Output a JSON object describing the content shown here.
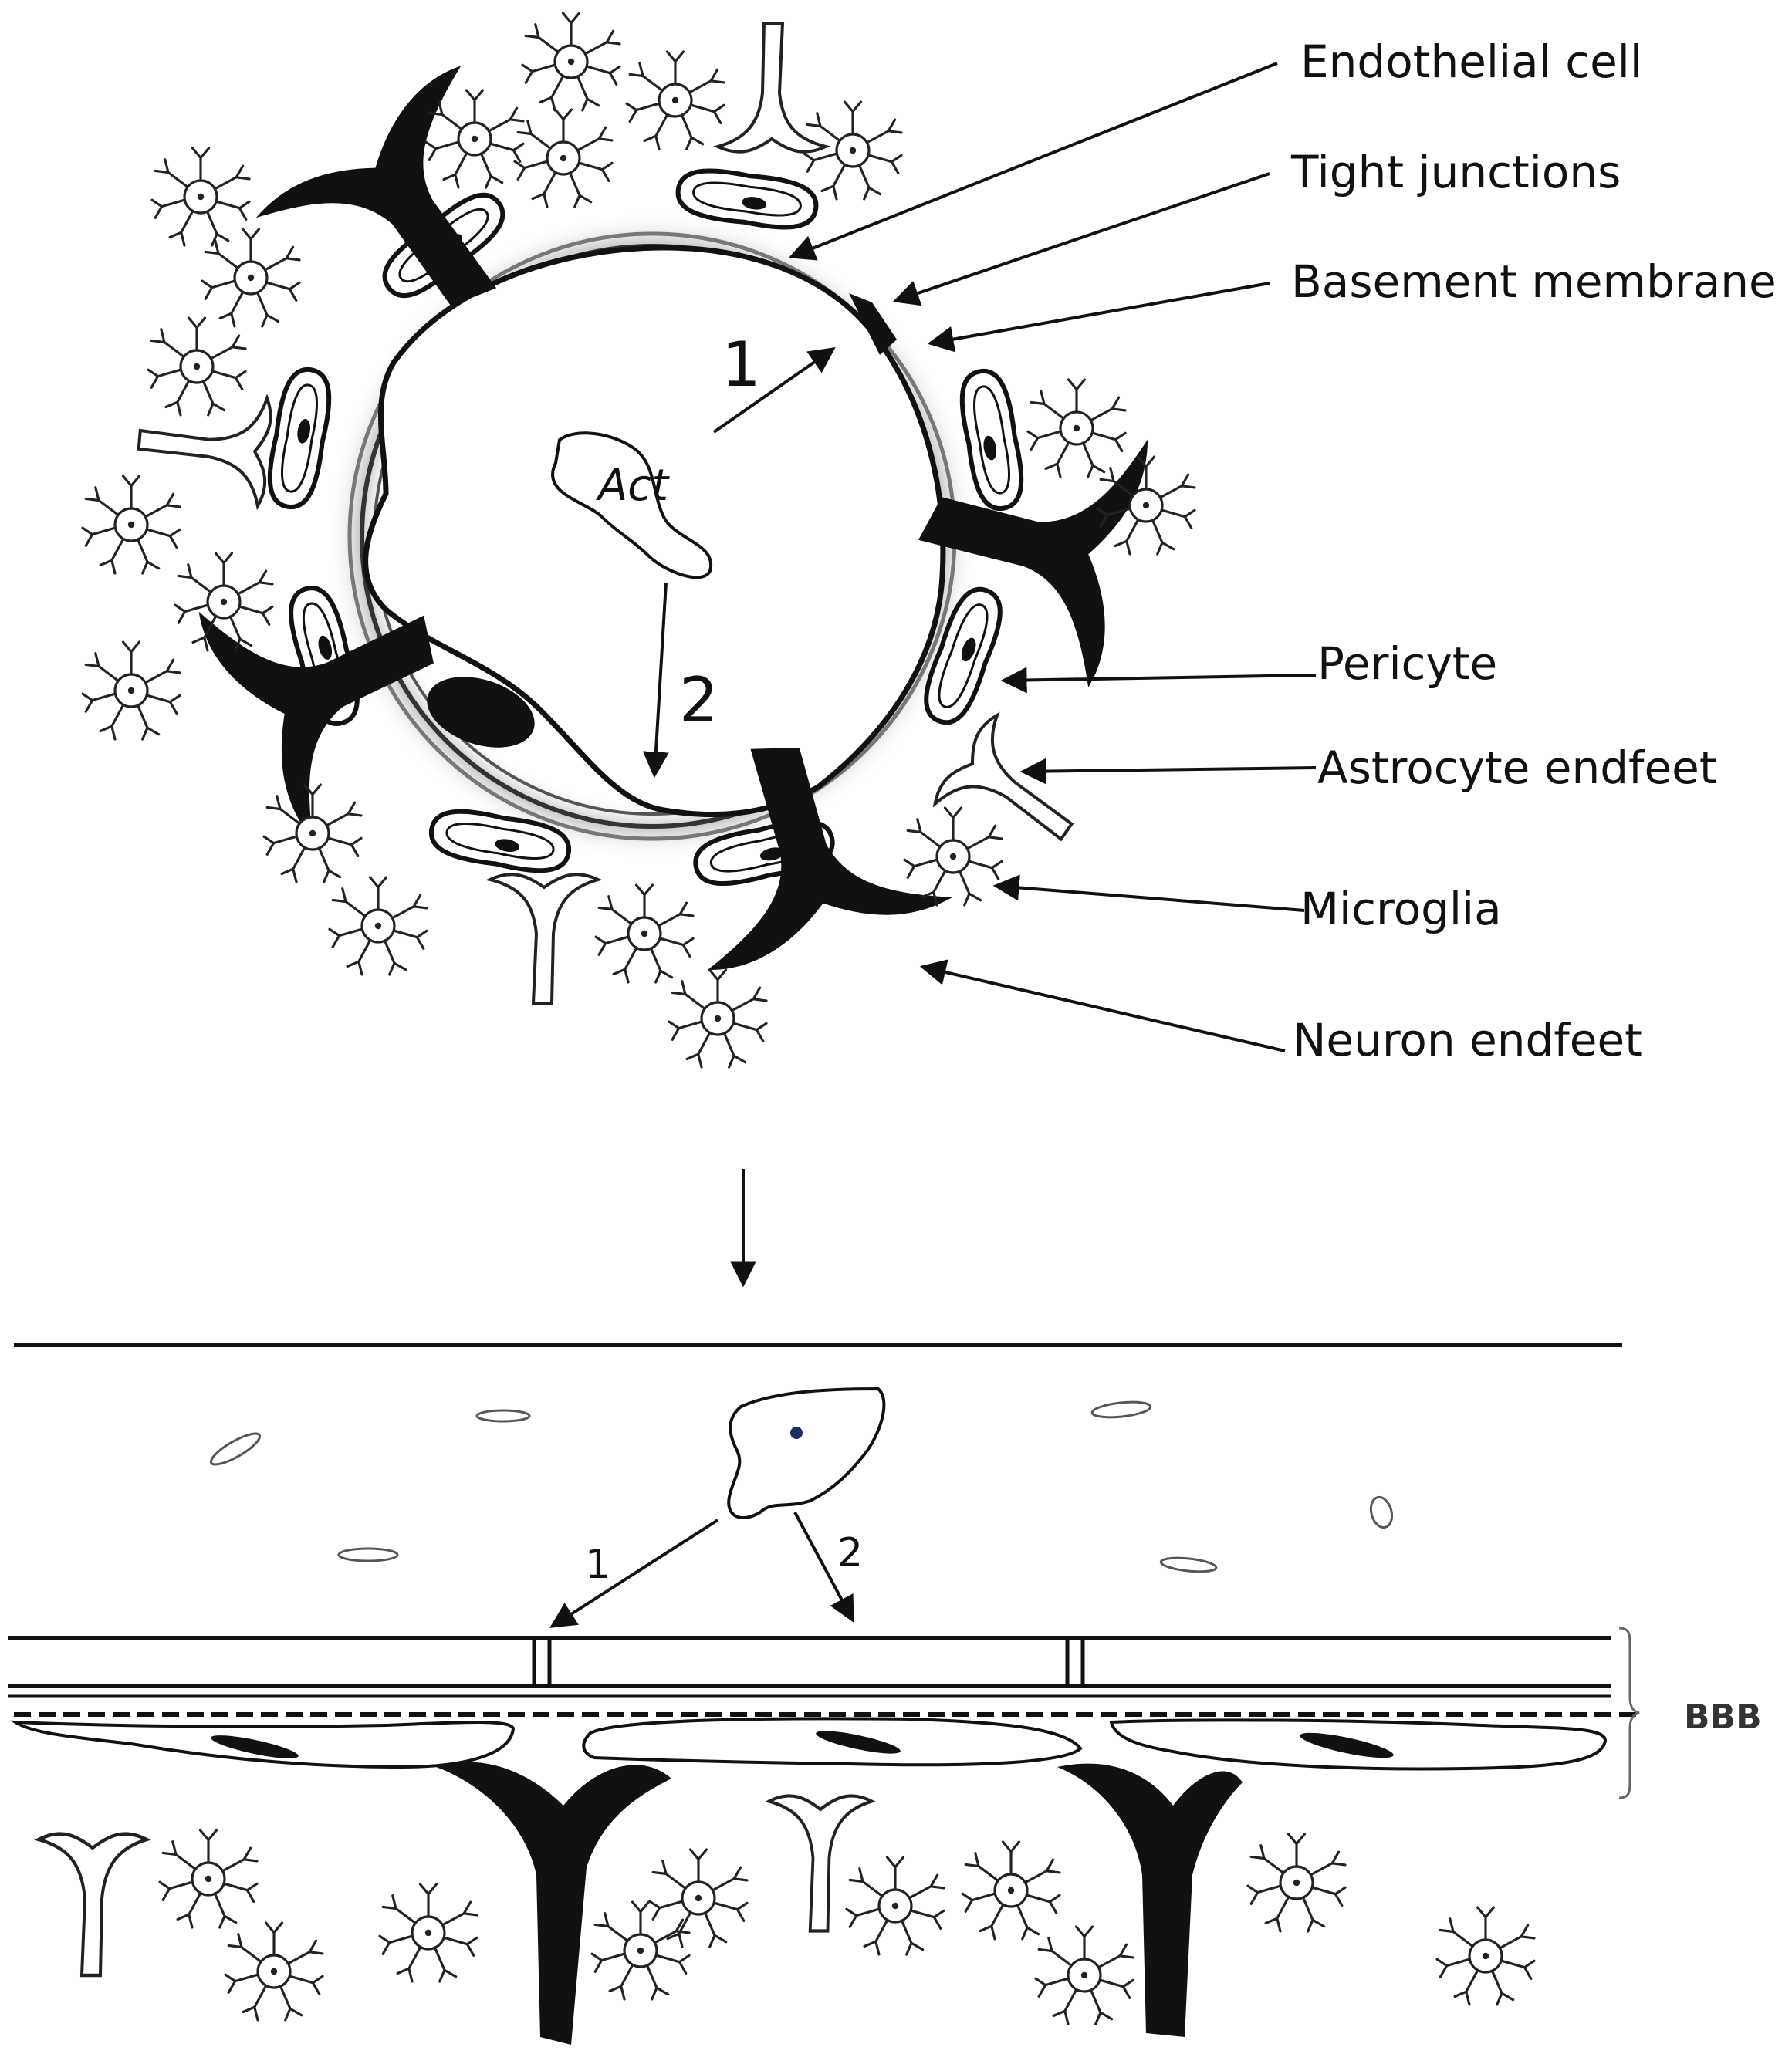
{
  "top_view": {
    "labels": {
      "endothelial": "Endothelial cell",
      "tight": "Tight junctions",
      "basement": "Basement membrane",
      "pericyte": "Pericyte",
      "astro": "Astrocyte endfeet",
      "microglia": "Microglia",
      "neuron": "Neuron endfeet"
    },
    "center_cell": "Act",
    "route_1": "1",
    "route_2": "2"
  },
  "bottom_view": {
    "route_1": "1",
    "route_2": "2",
    "bracket_label": "BBB"
  }
}
